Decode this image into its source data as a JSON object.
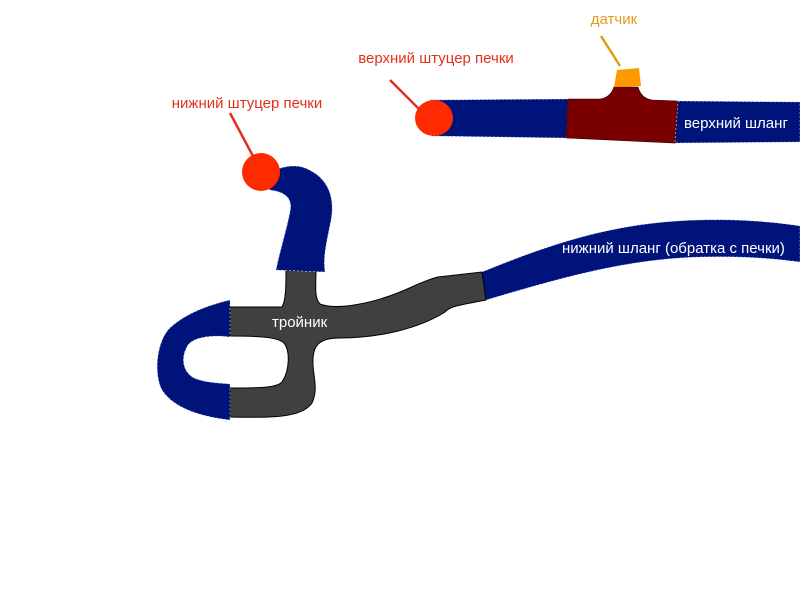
{
  "labels": {
    "sensor": "датчик",
    "upper_fitting": "верхний штуцер печки",
    "lower_fitting": "нижний штуцер печки",
    "upper_hose": "верхний шланг",
    "lower_hose": "нижний шланг (обратка с печки)",
    "tee": "тройник"
  },
  "colors": {
    "hose": "#00137a",
    "tee": "#404040",
    "upper_tee": "#7a0000",
    "fitting": "#ff2a00",
    "sensor": "#ff9900",
    "label_red": "#e0321a",
    "label_orange": "#e69a1a",
    "label_white": "#ffffff"
  }
}
